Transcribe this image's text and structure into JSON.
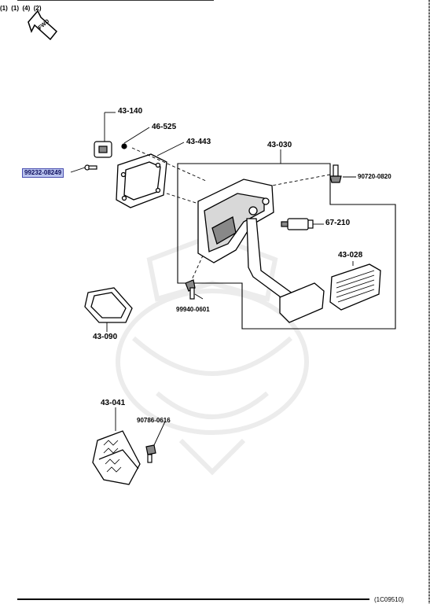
{
  "orientation": {
    "fwd_label": "FWD"
  },
  "callouts": [
    {
      "part": "43-140"
    },
    {
      "part": "46-525"
    },
    {
      "part": "43-443"
    },
    {
      "part": "43-030"
    },
    {
      "part": "90720-0820",
      "qty": "(1)"
    },
    {
      "part": "99232-08249",
      "qty": "(1)",
      "highlighted": true
    },
    {
      "part": "67-210"
    },
    {
      "part": "43-028"
    },
    {
      "part": "99940-0601",
      "qty": "(4)"
    },
    {
      "part": "43-090"
    },
    {
      "part": "43-041"
    },
    {
      "part": "90786-0616",
      "qty": "(2)"
    }
  ],
  "footer": {
    "code": "(1C09510)"
  },
  "colors": {
    "highlight_fill": "#b9c3ee",
    "highlight_border": "#4a4fb0",
    "line": "#000000",
    "watermark": "#ececec"
  }
}
